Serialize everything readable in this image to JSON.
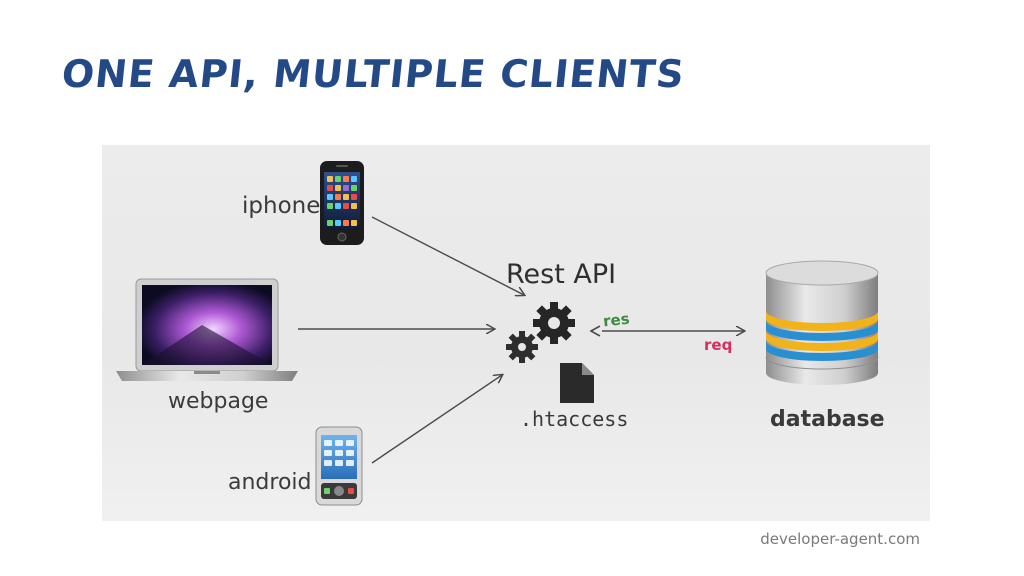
{
  "slide": {
    "title": "ONE API, MULTIPLE CLIENTS",
    "footer": "developer-agent.com"
  },
  "diagram": {
    "clients": {
      "iphone": "iphone",
      "webpage": "webpage",
      "android": "android"
    },
    "server": {
      "label": "Rest API",
      "file": ".htaccess"
    },
    "connection": {
      "res": "res",
      "req": "req"
    },
    "store": {
      "label": "database"
    },
    "colors": {
      "title": "#234a86",
      "res": "#3f8b3f",
      "req": "#d2315e",
      "db_bands": [
        "#f2b21a",
        "#2a8fd0",
        "#f2b21a",
        "#2a8fd0"
      ]
    }
  }
}
